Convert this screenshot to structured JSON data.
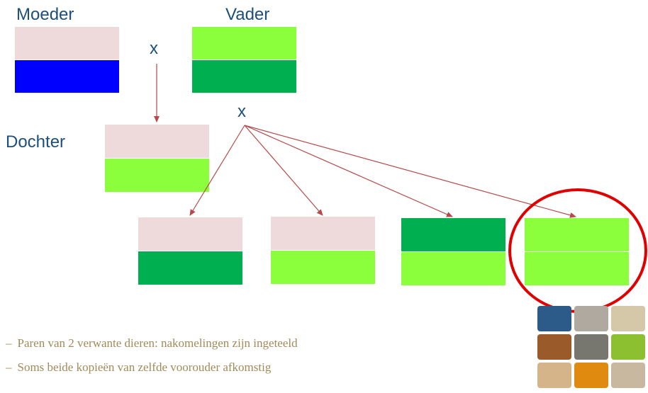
{
  "labels": {
    "mother": "Moeder",
    "father": "Vader",
    "daughter": "Dochter",
    "cross_1": "x",
    "cross_2": "x"
  },
  "notes": [
    "Paren van 2 verwante dieren: nakomelingen zijn ingeteeld",
    "Soms beide kopieën van zelfde voorouder afkomstig"
  ],
  "colors": {
    "pink": "#eedada",
    "blue": "#0000ff",
    "light_green": "#8cff3c",
    "dark_green": "#00b050",
    "arrow": "#b64a4a",
    "highlight_circle": "#e00000",
    "label_text": "#1d4f7a",
    "note_text": "#a08a5a"
  },
  "logo": {
    "icon": "livestock-photo-mosaic-logo",
    "tiles": [
      "#2c5b8a",
      "#b0a9a0",
      "#d4c8a8",
      "#9a5a2a",
      "#777770",
      "#8cc030",
      "#d6b48a",
      "#e08a10",
      "#c8b8a0"
    ]
  }
}
